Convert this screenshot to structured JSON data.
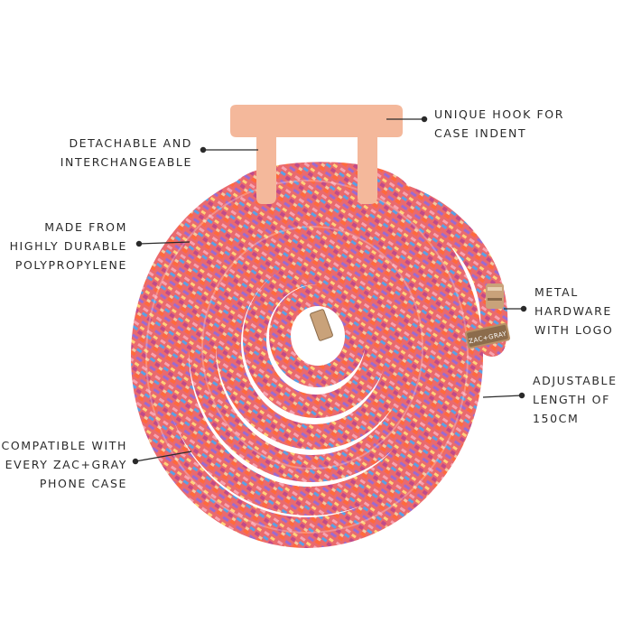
{
  "callouts": {
    "detachable": {
      "lines": [
        "DETACHABLE AND",
        "INTERCHANGEABLE"
      ]
    },
    "made_from": {
      "lines": [
        "MADE FROM",
        "HIGHLY DURABLE",
        "POLYPROPYLENE"
      ]
    },
    "compatible": {
      "lines": [
        "COMPATIBLE WITH",
        "EVERY ZAC+GRAY",
        "PHONE CASE"
      ]
    },
    "hook": {
      "lines": [
        "UNIQUE HOOK FOR",
        "CASE INDENT"
      ]
    },
    "metal": {
      "lines": [
        "METAL",
        "HARDWARE",
        "WITH LOGO"
      ]
    },
    "length": {
      "lines": [
        "ADJUSTABLE",
        "LENGTH OF",
        "150CM"
      ]
    }
  },
  "product": {
    "end_cap_logo": "ZAC+GRAY",
    "hook_color": "#f4b89b",
    "rope_colors": [
      "#e8505b",
      "#ff6a3d",
      "#9b6bd0",
      "#f7a3b0",
      "#ffd27a",
      "#5aa0e6",
      "#c04b8a"
    ]
  }
}
